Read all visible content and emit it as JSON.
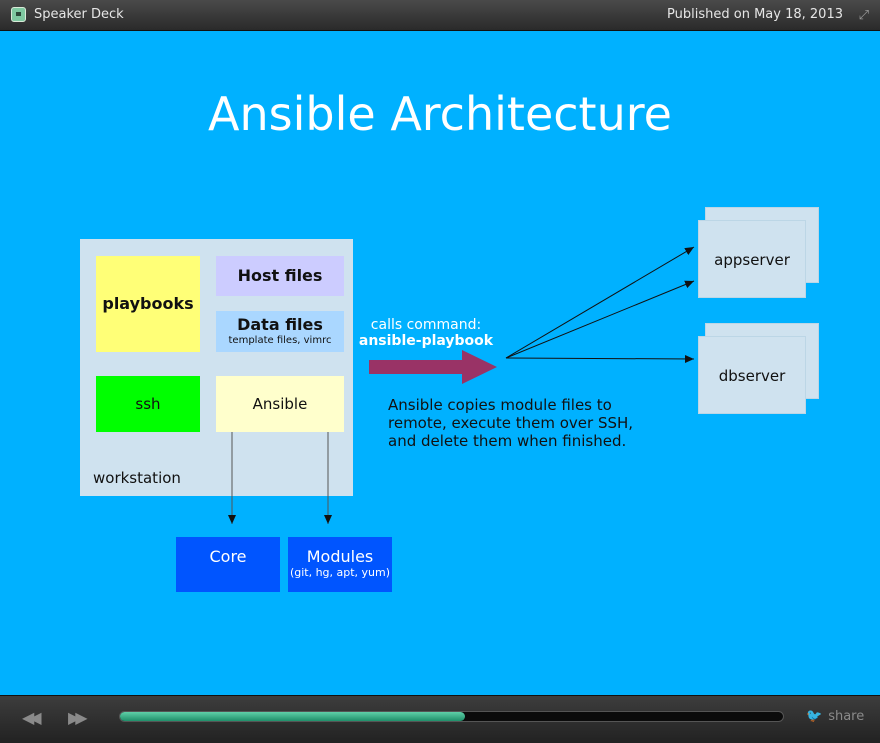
{
  "top_bar": {
    "brand": "Speaker Deck",
    "published": "Published on May 18, 2013",
    "logo_icon": "speakerdeck-logo-icon",
    "expand_icon": "fullscreen-icon"
  },
  "slide": {
    "title": "Ansible Architecture",
    "workstation": {
      "label": "workstation",
      "playbooks": "playbooks",
      "host_files": "Host files",
      "data_files": "Data files",
      "data_files_sub": "template files, vimrc",
      "ssh": "ssh",
      "ansible": "Ansible"
    },
    "core": "Core",
    "modules": "Modules",
    "modules_sub": "(git, hg, apt, yum)",
    "calls_command": "calls command:",
    "command": "ansible-playbook",
    "description_lines": [
      "Ansible copies module files to",
      "remote, execute them over SSH,",
      "and delete them when finished."
    ],
    "servers": [
      "appserver",
      "dbserver"
    ],
    "colors": {
      "background": "#00b1ff",
      "playbooks": "#ffff77",
      "host_files": "#ccccff",
      "data_files": "#aad7ff",
      "ssh": "#00ff00",
      "ansible": "#ffffcc",
      "core_modules": "#0055ff",
      "arrow": "#993366"
    }
  },
  "bottom_bar": {
    "prev_icon": "rewind-icon",
    "next_icon": "fast-forward-icon",
    "progress_percent": 52,
    "share_label": "share",
    "share_icon": "twitter-bird-icon"
  }
}
